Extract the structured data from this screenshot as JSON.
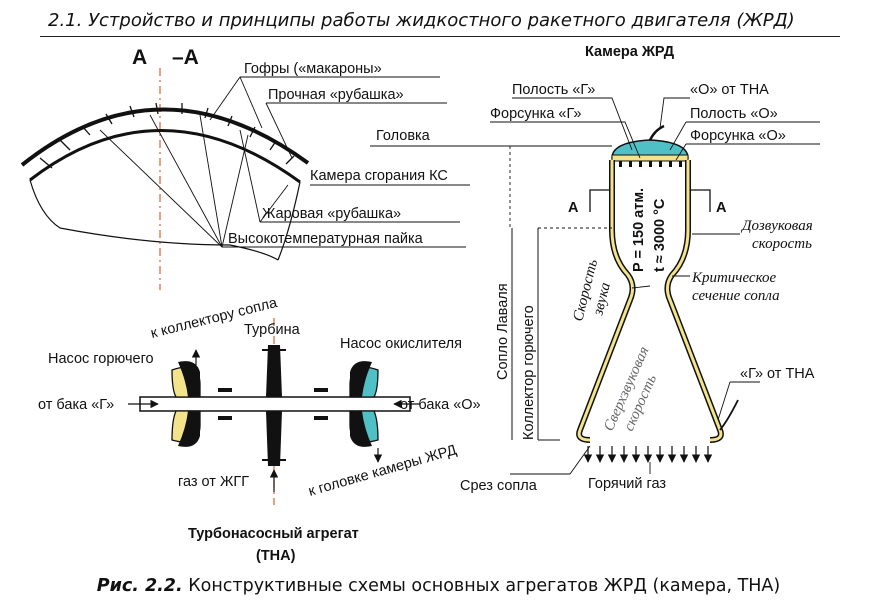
{
  "header": {
    "title": "2.1. Устройство и принципы работы жидкостного ракетного двигателя (ЖРД)"
  },
  "section": {
    "label_a": "А",
    "label_minus_a": "–А",
    "gofry": "Гофры («макароны»",
    "prochnaya": "Прочная «рубашка»",
    "kamera_sgoraniya": "Камера сгорания КС",
    "zharovaya": "Жаровая «рубашка»",
    "payka": "Высокотемпературная пайка"
  },
  "chamber": {
    "title": "Камера ЖРД",
    "polost_g": "Полость «Г»",
    "o_ot_tna": "«О» от ТНА",
    "forsunka_g": "Форсунка «Г»",
    "polost_o": "Полость «О»",
    "golovka": "Головка",
    "forsunka_o": "Форсунка «О»",
    "section_a_left": "А",
    "section_a_right": "А",
    "pressure": "P = 150 атм.",
    "temperature": "t ≈ 3000 °С",
    "dozvukovaya_1": "Дозвуковая",
    "dozvukovaya_2": "скорость",
    "skorost_zvuka_1": "Скорость",
    "skorost_zvuka_2": "звука",
    "kritich_1": "Критическое",
    "kritich_2": "сечение сопла",
    "soplo_lavalya": "Сопло Лаваля",
    "kollektor": "Коллектор горючего",
    "sverkh_1": "Сверхзвуковая",
    "sverkh_2": "скорость",
    "g_ot_tna": "«Г» от ТНА",
    "srez_sopla": "Срез сопла",
    "goryachiy_gaz": "Горячий газ"
  },
  "tna": {
    "k_kollektoru": "к коллектору сопла",
    "turbina": "Турбина",
    "nasos_gor": "Насос горючего",
    "nasos_ok": "Насос окислителя",
    "ot_baka_g": "от бака «Г»",
    "ot_baka_o": "от бака «О»",
    "gaz_ot_zhgg": "газ от ЖГГ",
    "k_golovke": "к головке камеры ЖРД",
    "title_1": "Турбонасосный агрегат",
    "title_2": "(ТНА)"
  },
  "caption": {
    "prefix": "Рис. 2.2.",
    "text": " Конструктивные схемы основных агрегатов ЖРД (камера, ТНА)"
  },
  "colors": {
    "fuel": "#f3e38a",
    "oxidizer": "#4fc0c6",
    "centerline": "#d9602f"
  }
}
